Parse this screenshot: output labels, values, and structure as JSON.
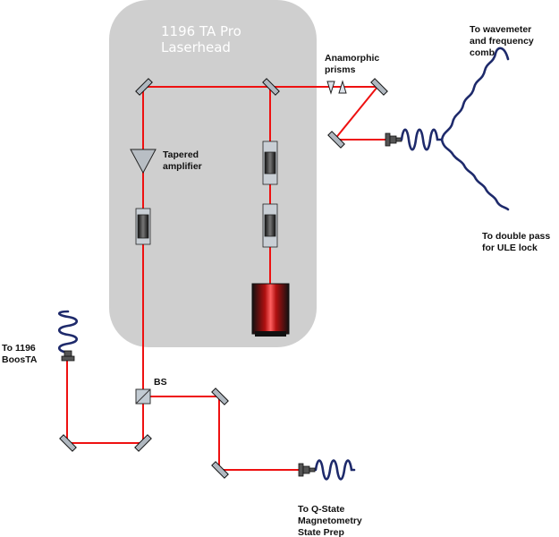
{
  "laserhead": {
    "title_line1": "1196 TA Pro",
    "title_line2": "Laserhead",
    "color": "#cfcfcf"
  },
  "labels": {
    "anamorphic_line1": "Anamorphic",
    "anamorphic_line2": "prisms",
    "tapered_line1": "Tapered",
    "tapered_line2": "amplifier",
    "wavemeter_line1": "To wavemeter",
    "wavemeter_line2": "and frequency",
    "wavemeter_line3": "comb",
    "ule_line1": "To double pass",
    "ule_line2": "for ULE lock",
    "boosta_line1": "To 1196",
    "boosta_line2": "BoosTA",
    "bs": "BS",
    "qstate_line1": "To Q-State",
    "qstate_line2": "Magnetometry",
    "qstate_line3": "State Prep"
  },
  "colors": {
    "beam": "#ee1111",
    "fiber": "#1e2a6b",
    "mirror": "#b0b8c0"
  }
}
